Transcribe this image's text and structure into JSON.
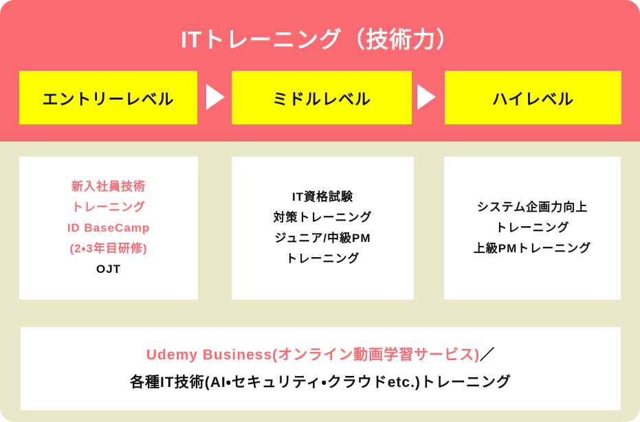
{
  "header": {
    "title": "ITトレーニング（技術力）",
    "levels": [
      {
        "label": "エントリーレベル"
      },
      {
        "label": "ミドルレベル"
      },
      {
        "label": "ハイレベル"
      }
    ]
  },
  "cards": [
    {
      "name": "entry-level-trainings",
      "lines": [
        {
          "text": "新入社員技術",
          "accent": true
        },
        {
          "text": "トレーニング",
          "accent": true
        },
        {
          "text": "ID BaseCamp",
          "accent": true
        },
        {
          "text": "(2・3年目研修)",
          "accent": true
        },
        {
          "text": "OJT",
          "accent": false
        }
      ]
    },
    {
      "name": "middle-level-trainings",
      "lines": [
        {
          "text": "IT資格試験",
          "accent": false
        },
        {
          "text": "対策トレーニング",
          "accent": false
        },
        {
          "text": "ジュニア/中級PM",
          "accent": false
        },
        {
          "text": "トレーニング",
          "accent": false
        }
      ]
    },
    {
      "name": "high-level-trainings",
      "lines": [
        {
          "text": "システム企画力向上",
          "accent": false
        },
        {
          "text": "トレーニング",
          "accent": false
        },
        {
          "text": "上級PMトレーニング",
          "accent": false
        }
      ]
    }
  ],
  "bottom_card": {
    "line1_accent": "Udemy Business(オンライン動画学習サービス)",
    "line1_slash": "／",
    "line2": "各種IT技術(AI・セキュリティ・クラウドetc.)トレーニング"
  },
  "icons": {
    "arrow_between_levels": "right-triangle-arrow-icon"
  },
  "colors": {
    "accent": "#FA6A70",
    "level_yellow": "#FFFF00",
    "background_beige": "#E9E9C9",
    "card_white": "#FFFFFF",
    "text_dark": "#0D0D0D",
    "title_white": "#FFFFFF"
  }
}
